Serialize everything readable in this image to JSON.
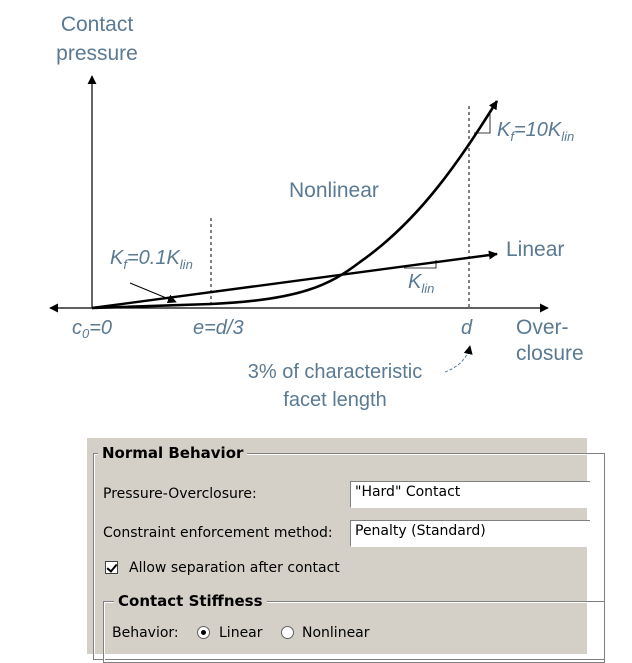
{
  "diagram": {
    "y_axis_label": [
      "Contact",
      "pressure"
    ],
    "x_axis_label": [
      "Over-",
      "closure"
    ],
    "origin_label": "c0=0",
    "e_label": "e=d/3",
    "d_label": "d",
    "nonlinear_label": "Nonlinear",
    "linear_label": "Linear",
    "kf_low_label": "Kf=0.1Klin",
    "kf_high_label": "Kf=10Klin",
    "klin_label": "Klin",
    "facet_note": [
      "3% of characteristic",
      "facet length"
    ],
    "colors": {
      "text": "#5a7a93",
      "line": "#000000"
    }
  },
  "panel": {
    "normal_behavior": {
      "title": "Normal Behavior",
      "pressure_overclosure_label": "Pressure-Overclosure:",
      "pressure_overclosure_value": "\"Hard\" Contact",
      "constraint_label": "Constraint enforcement method:",
      "constraint_value": "Penalty (Standard)",
      "allow_separation_label": "Allow separation after contact",
      "allow_separation_checked": true
    },
    "contact_stiffness": {
      "title": "Contact Stiffness",
      "behavior_label": "Behavior:",
      "options": [
        "Linear",
        "Nonlinear"
      ],
      "selected": "Linear"
    }
  }
}
